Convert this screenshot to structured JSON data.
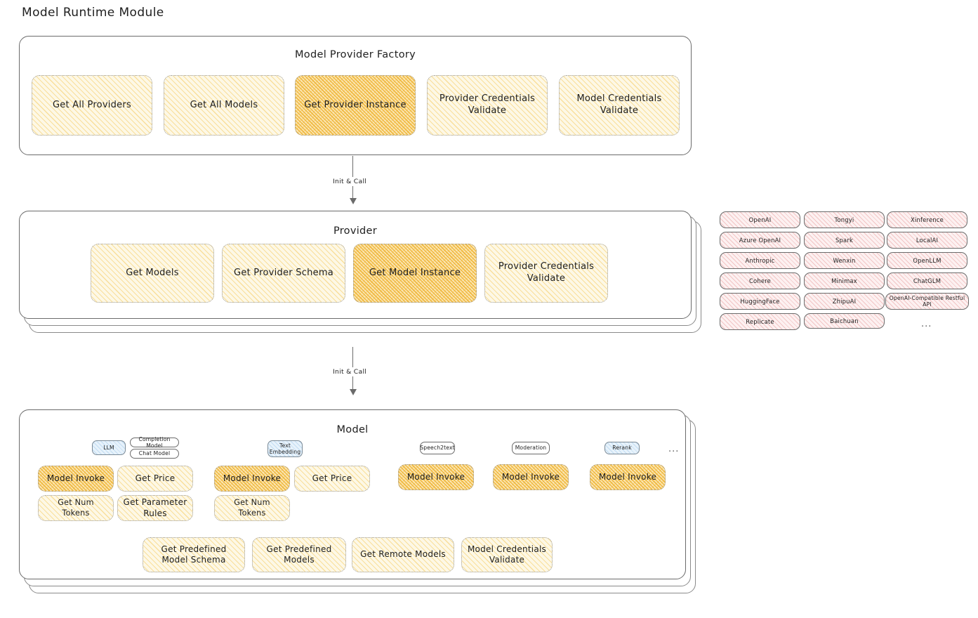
{
  "page": {
    "title": "Model Runtime Module"
  },
  "arrows": [
    {
      "label": "Init & Call"
    },
    {
      "label": "Init & Call"
    }
  ],
  "factory": {
    "title": "Model Provider Factory",
    "methods": [
      {
        "label": "Get All Providers",
        "highlighted": false
      },
      {
        "label": "Get All Models",
        "highlighted": false
      },
      {
        "label": "Get Provider Instance",
        "highlighted": true
      },
      {
        "label": "Provider Credentials Validate",
        "highlighted": false
      },
      {
        "label": "Model Credentials Validate",
        "highlighted": false
      }
    ]
  },
  "provider": {
    "title": "Provider",
    "methods": [
      {
        "label": "Get Models",
        "highlighted": false
      },
      {
        "label": "Get Provider Schema",
        "highlighted": false
      },
      {
        "label": "Get Model Instance",
        "highlighted": true
      },
      {
        "label": "Provider Credentials Validate",
        "highlighted": false
      }
    ]
  },
  "provider_list": {
    "columns": [
      {
        "items": [
          "OpenAI",
          "Azure OpenAI",
          "Anthropic",
          "Cohere",
          "HuggingFace",
          "Replicate"
        ]
      },
      {
        "items": [
          "Tongyi",
          "Spark",
          "Wenxin",
          "Minimax",
          "ZhipuAI",
          "Baichuan"
        ]
      },
      {
        "items": [
          "Xinference",
          "LocalAI",
          "OpenLLM",
          "ChatGLM",
          "OpenAI-Compatible Restful API"
        ]
      }
    ],
    "more": "..."
  },
  "model": {
    "title": "Model",
    "more": "...",
    "types": [
      {
        "name": "LLM",
        "badge_style": "blue",
        "sub_badges": [
          "Completion Model",
          "Chat Model"
        ],
        "methods": [
          {
            "label": "Model Invoke",
            "highlighted": true
          },
          {
            "label": "Get Price",
            "highlighted": false
          },
          {
            "label": "Get Num Tokens",
            "highlighted": false
          },
          {
            "label": "Get Parameter Rules",
            "highlighted": false
          }
        ]
      },
      {
        "name": "Text Embedding",
        "badge_style": "blue",
        "sub_badges": [],
        "methods": [
          {
            "label": "Model Invoke",
            "highlighted": true
          },
          {
            "label": "Get Price",
            "highlighted": false
          },
          {
            "label": "Get Num Tokens",
            "highlighted": false
          }
        ]
      },
      {
        "name": "Speech2text",
        "badge_style": "white",
        "sub_badges": [],
        "methods": [
          {
            "label": "Model Invoke",
            "highlighted": true
          }
        ]
      },
      {
        "name": "Moderation",
        "badge_style": "white",
        "sub_badges": [],
        "methods": [
          {
            "label": "Model Invoke",
            "highlighted": true
          }
        ]
      },
      {
        "name": "Rerank",
        "badge_style": "blue",
        "sub_badges": [],
        "methods": [
          {
            "label": "Model Invoke",
            "highlighted": true
          }
        ]
      }
    ],
    "shared_methods": [
      {
        "label": "Get Predefined Model Schema"
      },
      {
        "label": "Get Predefined Models"
      },
      {
        "label": "Get Remote Models"
      },
      {
        "label": "Model Credentials Validate"
      }
    ]
  },
  "colors": {
    "accent_yellow": "#f5c95d",
    "accent_yellow_hi": "#eeb22e",
    "chip_pink": "#e08282",
    "badge_blue": "#6eaadc",
    "stroke": "#6b6b6b",
    "text": "#1e1e1e"
  }
}
